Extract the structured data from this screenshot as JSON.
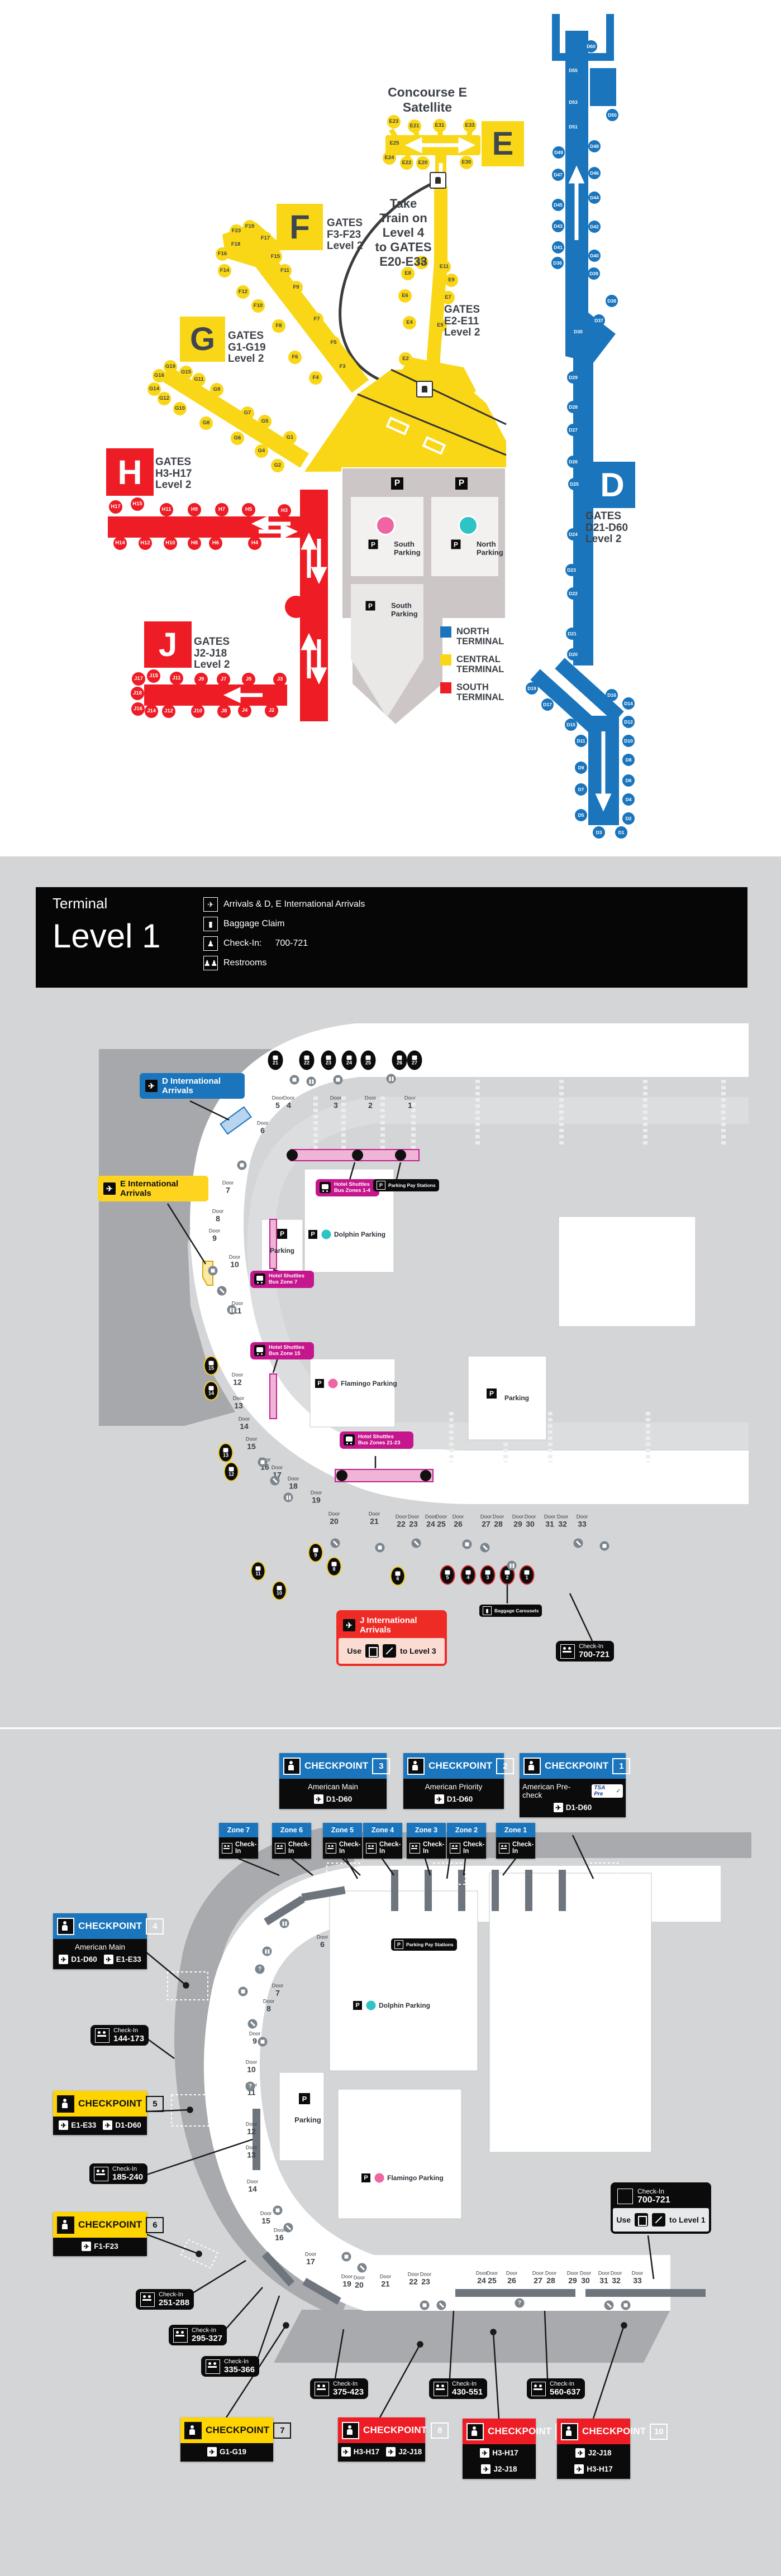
{
  "top_map": {
    "satellite_title": [
      "Concourse E",
      "Satellite"
    ],
    "train_note": [
      "Take",
      "Train on",
      "Level 4",
      "to GATES",
      "E20-E33"
    ],
    "blocks": {
      "E": "E",
      "F": "F",
      "G": "G",
      "H": "H",
      "J": "J",
      "D": "D"
    },
    "gates_labels": {
      "F": [
        "GATES",
        "F3-F23",
        "Level 2"
      ],
      "E": [
        "GATES",
        "E2-E11",
        "Level 2"
      ],
      "G": [
        "GATES",
        "G1-G19",
        "Level 2"
      ],
      "H": [
        "GATES",
        "H3-H17",
        "Level 2"
      ],
      "J": [
        "GATES",
        "J2-J18",
        "Level 2"
      ],
      "D": [
        "GATES",
        "D21-D60",
        "Level 2"
      ]
    },
    "gates": {
      "E_satellite": [
        "E23",
        "E21",
        "E31",
        "E33",
        "E25",
        "E24",
        "E22",
        "E20",
        "E30"
      ],
      "E": [
        "E10",
        "E11",
        "E8",
        "E9",
        "E6",
        "E7",
        "E4",
        "E5",
        "E2"
      ],
      "F": [
        "F23",
        "F19",
        "F17",
        "F18",
        "F16",
        "F15",
        "F14",
        "F11",
        "F12",
        "F10",
        "F9",
        "F8",
        "F7",
        "F6",
        "F5",
        "F3",
        "F4"
      ],
      "G": [
        "G19",
        "G16",
        "G15",
        "G14",
        "G11",
        "G12",
        "G10",
        "G9",
        "G8",
        "G7",
        "G6",
        "G5",
        "G4",
        "G2",
        "G1"
      ],
      "H": [
        "H17",
        "H15",
        "H11",
        "H9",
        "H7",
        "H5",
        "H3",
        "H14",
        "H12",
        "H10",
        "H8",
        "H6",
        "H4"
      ],
      "J": [
        "J17",
        "J15",
        "J11",
        "J9",
        "J7",
        "J5",
        "J3",
        "J18",
        "J16",
        "J14",
        "J12",
        "J10",
        "J8",
        "J4",
        "J2"
      ],
      "D": [
        "D60",
        "D55",
        "D53",
        "D51",
        "D50",
        "D49",
        "D48",
        "D47",
        "D46",
        "D45",
        "D44",
        "D43",
        "D42",
        "D41",
        "D40",
        "D36",
        "D39",
        "D38",
        "D37",
        "D30",
        "D29",
        "D28",
        "D27",
        "D26",
        "D25",
        "D24",
        "D23",
        "D22",
        "D21",
        "D20",
        "D19",
        "D17",
        "D16",
        "D14",
        "D15",
        "D12",
        "D11",
        "D10",
        "D9",
        "D8",
        "D7",
        "D6",
        "D5",
        "D4",
        "D2",
        "D3",
        "D1"
      ]
    },
    "parking": {
      "south1": "South Parking",
      "north": "North Parking",
      "south2": "South Parking",
      "p": "P"
    },
    "legend": [
      {
        "label": [
          "NORTH",
          "TERMINAL"
        ],
        "color": "#1b75bc"
      },
      {
        "label": [
          "CENTRAL",
          "TERMINAL"
        ],
        "color": "#f9d616"
      },
      {
        "label": [
          "SOUTH",
          "TERMINAL"
        ],
        "color": "#ee1c25"
      }
    ]
  },
  "level1": {
    "header": {
      "eyebrow": "Terminal",
      "title": "Level 1",
      "legend": [
        {
          "icon": "plane-arrival-icon",
          "text": "Arrivals & D, E International Arrivals"
        },
        {
          "icon": "baggage-icon",
          "text": "Baggage Claim"
        },
        {
          "icon": "checkin-icon",
          "text": "Check-In:",
          "value": "700-721"
        },
        {
          "icon": "restroom-icon",
          "text": "Restrooms"
        }
      ]
    },
    "callout_d": "D International Arrivals",
    "callout_e": "E International Arrivals",
    "callout_j": {
      "title": "J International Arrivals",
      "use": "Use",
      "to": "to Level 3"
    },
    "shuttles": [
      [
        "Hotel Shuttles",
        "Bus Zones 1-4"
      ],
      [
        "Hotel Shuttles",
        "Bus Zone 7"
      ],
      [
        "Hotel Shuttles",
        "Bus Zone 15"
      ],
      [
        "Hotel Shuttles",
        "Bus Zones 21-23"
      ]
    ],
    "pay_stations": "Parking Pay Stations",
    "baggage_carousels": "Baggage Carousels",
    "checkin_700": [
      "Check-In",
      "700-721"
    ],
    "parking_labels": {
      "garage": "Parking",
      "dolphin": "Dolphin Parking",
      "flamingo": "Flamingo Parking",
      "right": "Parking",
      "p": "P"
    },
    "door_word": "Door",
    "doors_top": [
      "5",
      "4",
      "3",
      "2",
      "1"
    ],
    "doors_curve": [
      "6",
      "7",
      "8",
      "9",
      "10",
      "11",
      "12",
      "13",
      "14",
      "15",
      "16",
      "17",
      "18"
    ],
    "doors_bottom": [
      "19",
      "20",
      "21",
      "22",
      "23",
      "24",
      "25",
      "26",
      "27",
      "28",
      "29",
      "30",
      "31",
      "32",
      "33"
    ],
    "carousels_top": [
      "21",
      "22",
      "23",
      "24",
      "25",
      "26",
      "27"
    ],
    "carousels_curve": [
      "15",
      "14",
      "13",
      "12",
      "11",
      "10"
    ],
    "carousels_bottom": [
      "9",
      "8",
      "6",
      "5",
      "4",
      "3",
      "2",
      "1"
    ]
  },
  "level2": {
    "checkpoint_word": "CHECKPOINT",
    "checkin_word": "Check-In",
    "checkpoints": [
      {
        "num": "3",
        "color": "blue",
        "airline": "American Main",
        "gates": [
          "D1-D60"
        ]
      },
      {
        "num": "2",
        "color": "blue",
        "airline": "American Priority",
        "gates": [
          "D1-D60"
        ]
      },
      {
        "num": "1",
        "color": "blue",
        "airline": "American Pre-check",
        "badge": "TSA Pre",
        "gates": [
          "D1-D60"
        ]
      },
      {
        "num": "4",
        "color": "blue",
        "airline": "American Main",
        "gates": [
          "D1-D60",
          "E1-E33"
        ]
      },
      {
        "num": "5",
        "color": "yellow",
        "gates": [
          "E1-E33",
          "D1-D60"
        ]
      },
      {
        "num": "6",
        "color": "yellow",
        "gates": [
          "F1-F23"
        ]
      },
      {
        "num": "7",
        "color": "yellow",
        "gates": [
          "G1-G19"
        ]
      },
      {
        "num": "8",
        "color": "red",
        "gates": [
          "H3-H17",
          "J2-J18"
        ]
      },
      {
        "num": "9",
        "color": "red",
        "gates": [
          "H3-H17",
          "J2-J18"
        ]
      },
      {
        "num": "10",
        "color": "red",
        "gates": [
          "J2-J18",
          "H3-H17"
        ]
      }
    ],
    "zones": [
      "Zone 7",
      "Zone 6",
      "Zone 5",
      "Zone 4",
      "Zone 3",
      "Zone 2",
      "Zone 1"
    ],
    "checkins": [
      "144-173",
      "185-240",
      "251-288",
      "295-327",
      "335-366",
      "375-423",
      "430-551",
      "560-637"
    ],
    "checkin_700": {
      "line1": "Check-In",
      "line2": "700-721",
      "use": "Use",
      "to": "to Level 1"
    },
    "pay_stations": "Parking Pay Stations",
    "parking_labels": {
      "garage": "Parking",
      "dolphin": "Dolphin Parking",
      "flamingo": "Flamingo Parking",
      "p": "P"
    },
    "door_word": "Door",
    "doors_curve": [
      "6",
      "7",
      "8",
      "9",
      "10",
      "11",
      "12",
      "13",
      "14",
      "15",
      "16",
      "17"
    ],
    "doors_bottom": [
      "19",
      "20",
      "21",
      "22",
      "23",
      "24",
      "25",
      "26",
      "27",
      "28",
      "29",
      "30",
      "31",
      "32",
      "33"
    ]
  },
  "icons": {
    "plane": "✈",
    "check": "✓",
    "info": "?"
  }
}
